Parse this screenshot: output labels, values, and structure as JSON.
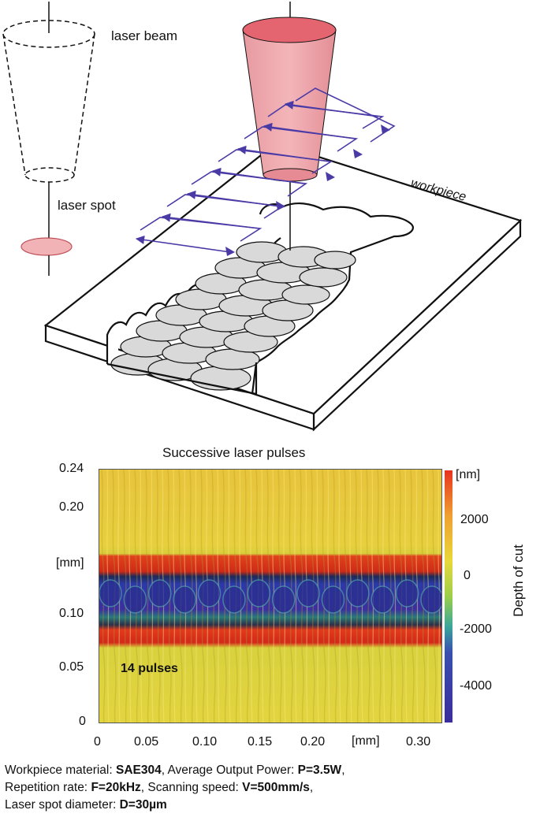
{
  "diagram": {
    "label_laser_beam": "laser beam",
    "label_laser_spot": "laser spot",
    "label_workpiece": "workpiece"
  },
  "plot": {
    "title": "Successive laser pulses",
    "y_unit": "[mm]",
    "x_unit": "[mm]",
    "y_ticks": [
      "0.24",
      "0.20",
      "0.10",
      "0.05",
      "0"
    ],
    "x_ticks": [
      "0",
      "0.05",
      "0.10",
      "0.15",
      "0.20",
      "0.30"
    ],
    "annotation": "14 pulses",
    "colorbar": {
      "unit": "[nm]",
      "label": "Depth of cut",
      "ticks": [
        "2000",
        "0",
        "-2000",
        "-4000"
      ]
    }
  },
  "chart_data": {
    "type": "heatmap",
    "title": "Successive laser pulses",
    "xlabel": "[mm]",
    "ylabel": "[mm]",
    "xlim": [
      0,
      0.33
    ],
    "ylim": [
      0,
      0.24
    ],
    "colorbar_label": "Depth of cut",
    "colorbar_unit": "[nm]",
    "colorbar_range": [
      -5500,
      3500
    ],
    "pulse_count": 14,
    "colors": {
      "high": "#e8321f",
      "mid": "#e4d63a",
      "low": "#3a2d9c"
    }
  },
  "caption": {
    "line1_a": "Workpiece material: ",
    "line1_b": "SAE304",
    "line1_c": ", Average Output Power: ",
    "line1_d": "P=3.5W",
    "line1_e": ",",
    "line2_a": "Repetition rate: ",
    "line2_b": "F=20kHz",
    "line2_c": ", Scanning speed: ",
    "line2_d": "V=500mm/s",
    "line2_e": ",",
    "line3_a": "Laser spot diameter: ",
    "line3_b": "D=30µm"
  }
}
